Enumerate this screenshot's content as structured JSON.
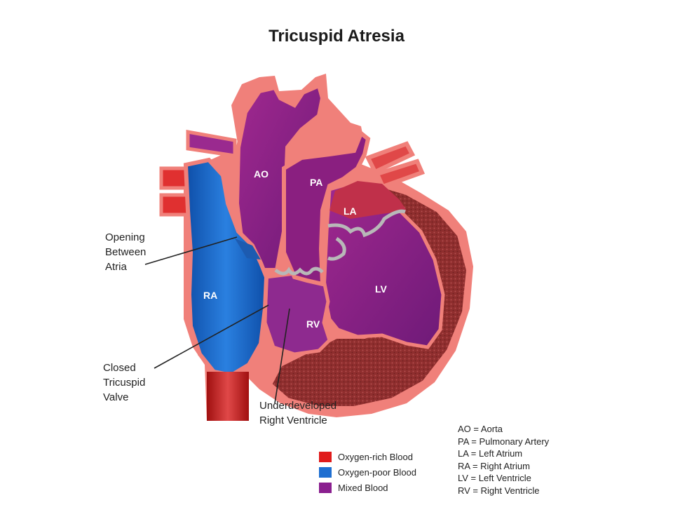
{
  "title": "Tricuspid Atresia",
  "chambers": {
    "ao": "AO",
    "pa": "PA",
    "la": "LA",
    "ra": "RA",
    "lv": "LV",
    "rv": "RV"
  },
  "callouts": {
    "opening": [
      "Opening",
      "Between",
      "Atria"
    ],
    "closed_valve": [
      "Closed",
      "Tricuspid",
      "Valve"
    ],
    "underdeveloped": [
      "Underdeveloped",
      "Right Ventricle"
    ]
  },
  "legend": [
    {
      "label": "Oxygen-rich Blood",
      "color": "#e01b1b"
    },
    {
      "label": "Oxygen-poor Blood",
      "color": "#1f6fd1"
    },
    {
      "label": "Mixed Blood",
      "color": "#8a1f8f"
    }
  ],
  "abbreviations": [
    "AO = Aorta",
    "PA = Pulmonary Artery",
    "LA = Left Atrium",
    "RA = Right Atrium",
    "LV = Left Ventricle",
    "RV = Right Ventricle"
  ]
}
